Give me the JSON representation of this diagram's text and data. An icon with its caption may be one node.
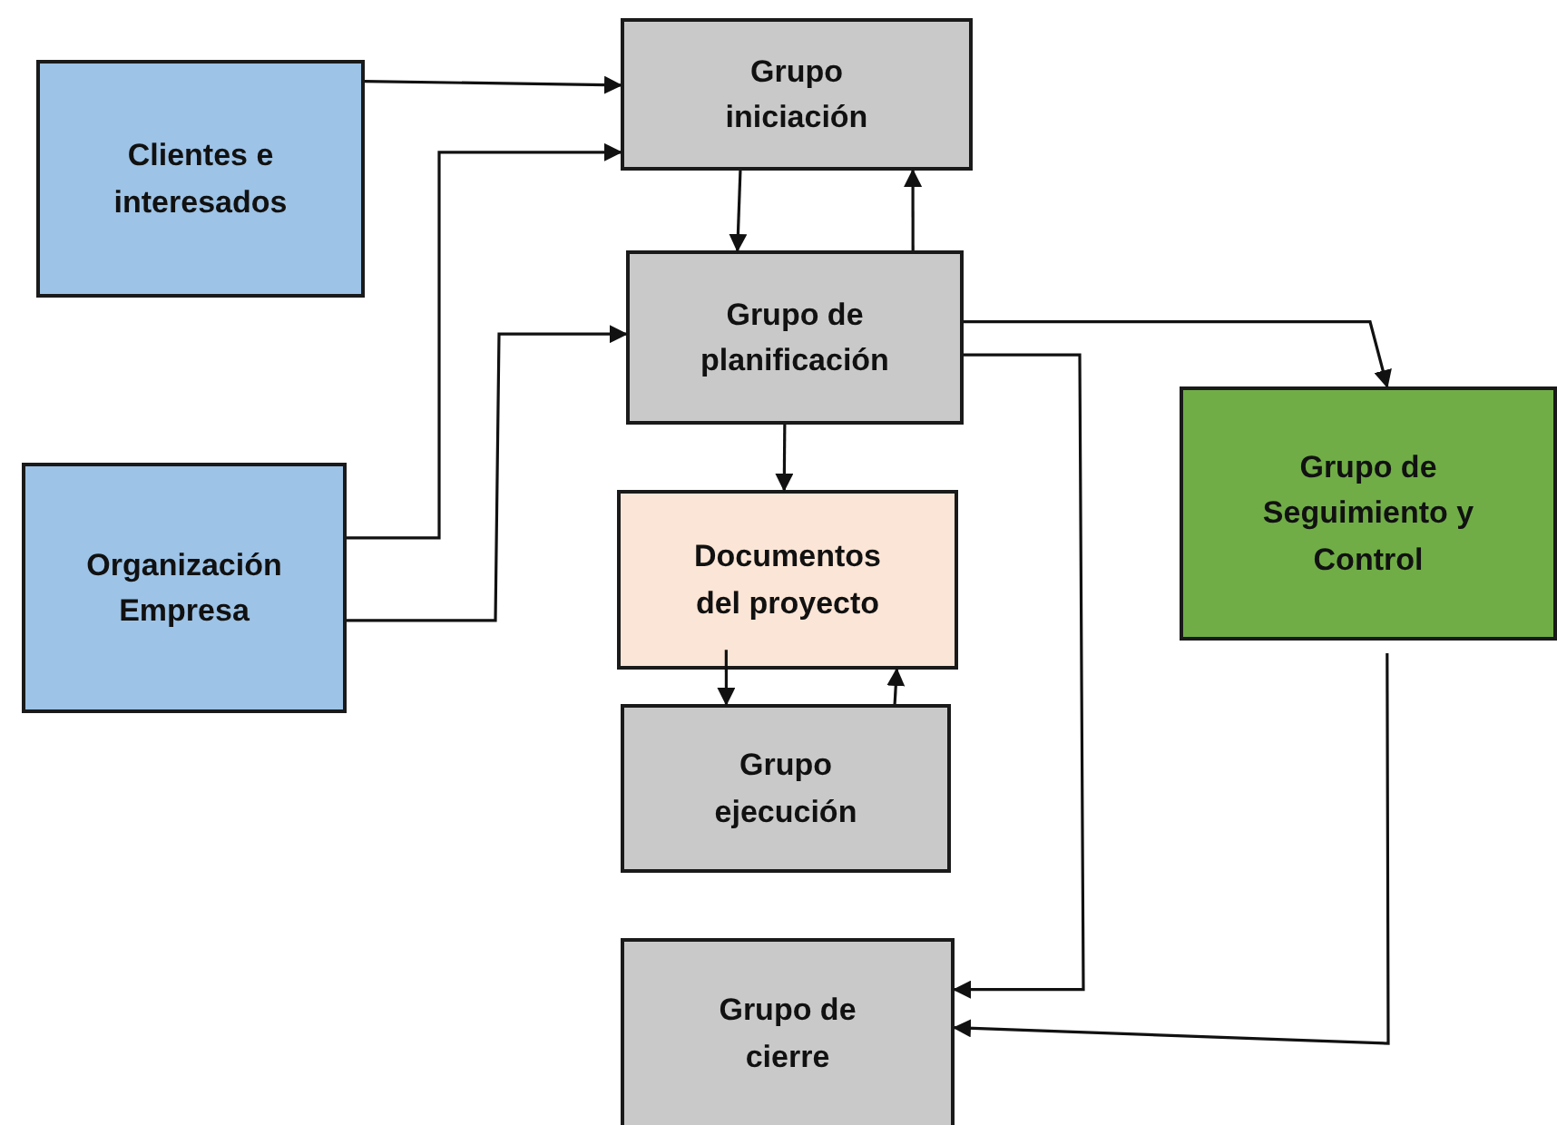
{
  "diagram": {
    "nodes": [
      {
        "text": [
          "Clientes e interesados"
        ]
      },
      {
        "text": [
          "Organización Empresa"
        ]
      },
      {
        "text": [
          "Grupo iniciación"
        ]
      },
      {
        "text": [
          "Grupo de planificación"
        ]
      },
      {
        "text": [
          "Documentos del proyecto"
        ]
      },
      {
        "text": [
          "Grupo ejecución"
        ]
      },
      {
        "text": [
          "Grupo de Seguimiento y Control"
        ]
      },
      {
        "text": [
          "Grupo de cierre"
        ]
      }
    ],
    "edges": [
      {
        "from": 0,
        "to": 2,
        "arrow": "to"
      },
      {
        "from": 1,
        "to": 2,
        "arrow": "to"
      },
      {
        "from": 1,
        "to": 3,
        "arrow": "to"
      },
      {
        "from": 2,
        "to": 3,
        "arrow": "to"
      },
      {
        "from": 3,
        "to": 2,
        "arrow": "to"
      },
      {
        "from": 3,
        "to": 4,
        "arrow": "to"
      },
      {
        "from": 4,
        "to": 5,
        "arrow": "to"
      },
      {
        "from": 5,
        "to": 4,
        "arrow": "to"
      },
      {
        "from": 3,
        "to": 6,
        "arrow": "to"
      },
      {
        "from": 3,
        "to": 7,
        "arrow": "to"
      },
      {
        "from": 6,
        "to": 7,
        "arrow": "to"
      }
    ]
  }
}
